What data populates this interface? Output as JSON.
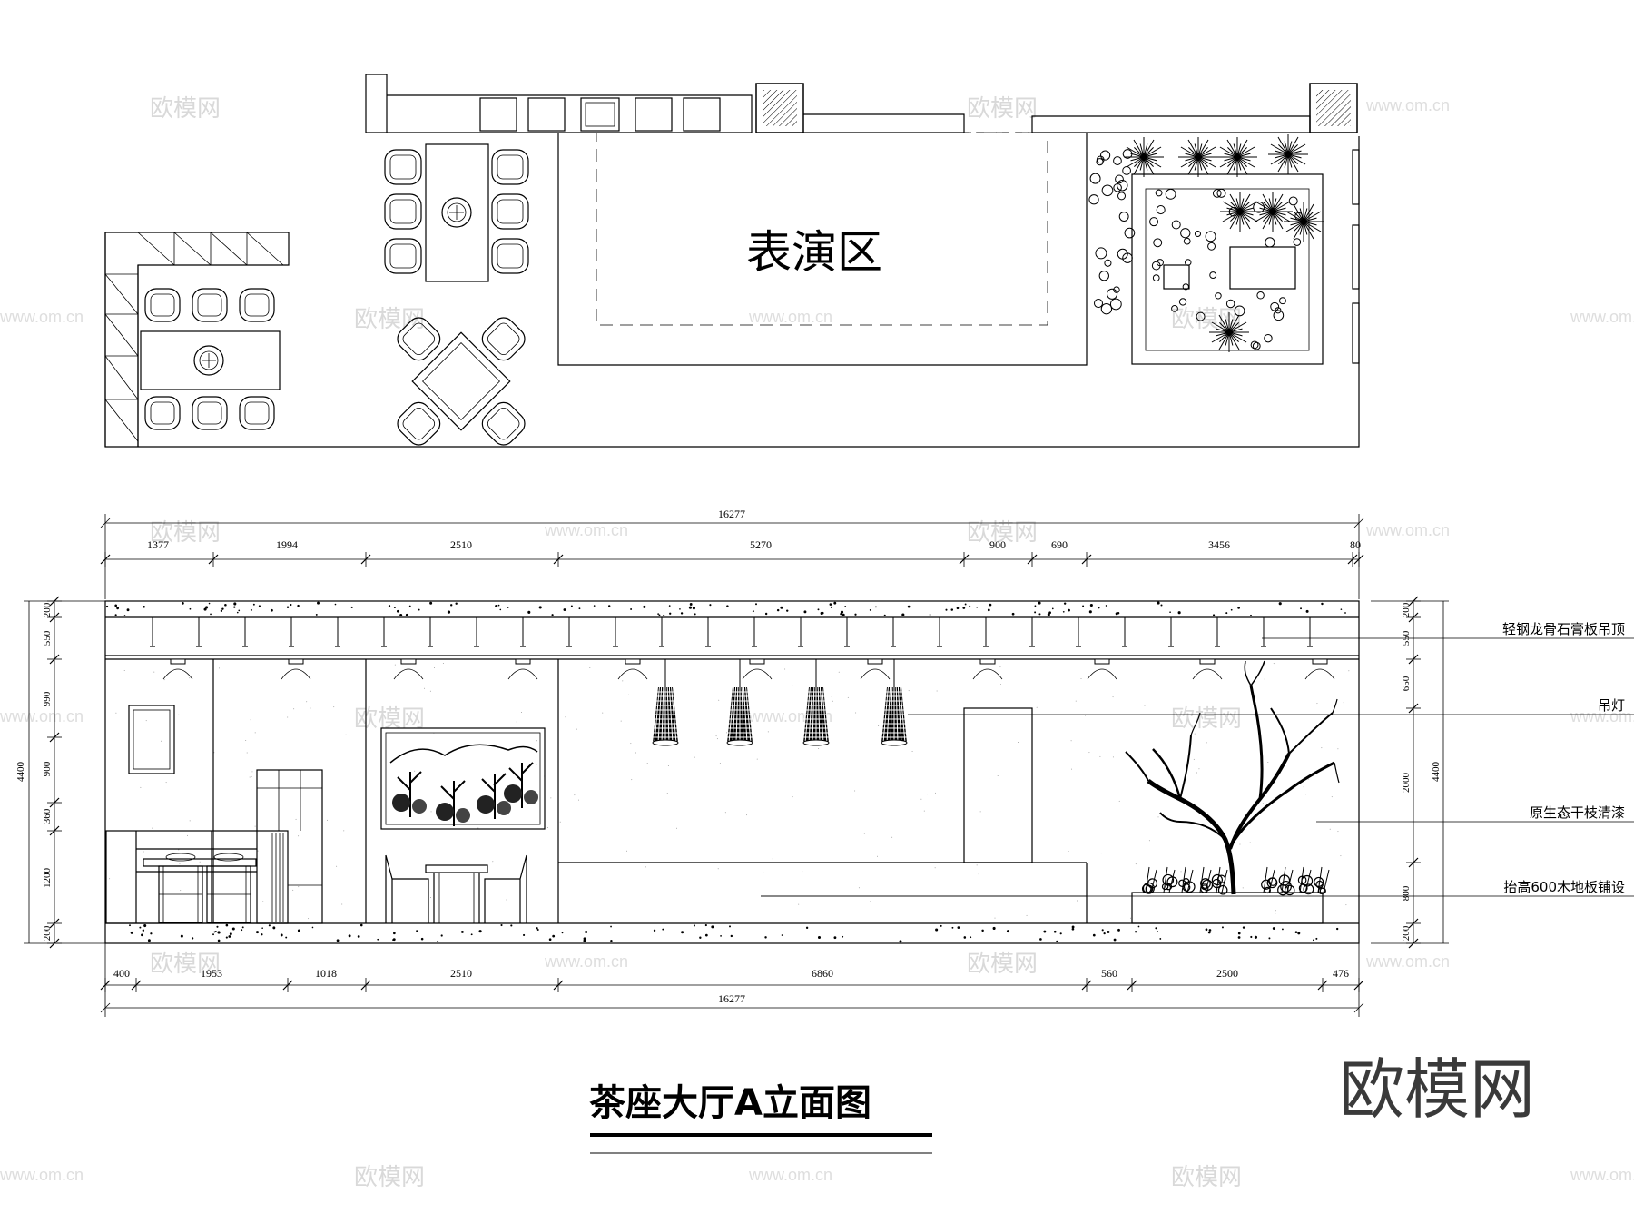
{
  "plan": {
    "area_label": "表演区"
  },
  "elevation": {
    "title": "茶座大厅A立面图",
    "total_width": "16277",
    "top_dims": [
      "1377",
      "1994",
      "2510",
      "5270",
      "900",
      "690",
      "3456",
      "80"
    ],
    "bottom_dims": [
      "400",
      "1953",
      "1018",
      "2510",
      "6860",
      "560",
      "2500",
      "476"
    ],
    "left_dims": [
      "200",
      "550",
      "990",
      "900",
      "360",
      "1200",
      "200"
    ],
    "left_total": "4400",
    "right_dims": [
      "200",
      "550",
      "650",
      "2000",
      "800",
      "200"
    ],
    "right_total": "4400",
    "annotations": [
      "轻钢龙骨石膏板吊顶",
      "吊灯",
      "原生态干枝清漆",
      "抬高600木地板铺设"
    ]
  },
  "watermark": {
    "brand": "欧模网",
    "url": "www.om.cn"
  }
}
